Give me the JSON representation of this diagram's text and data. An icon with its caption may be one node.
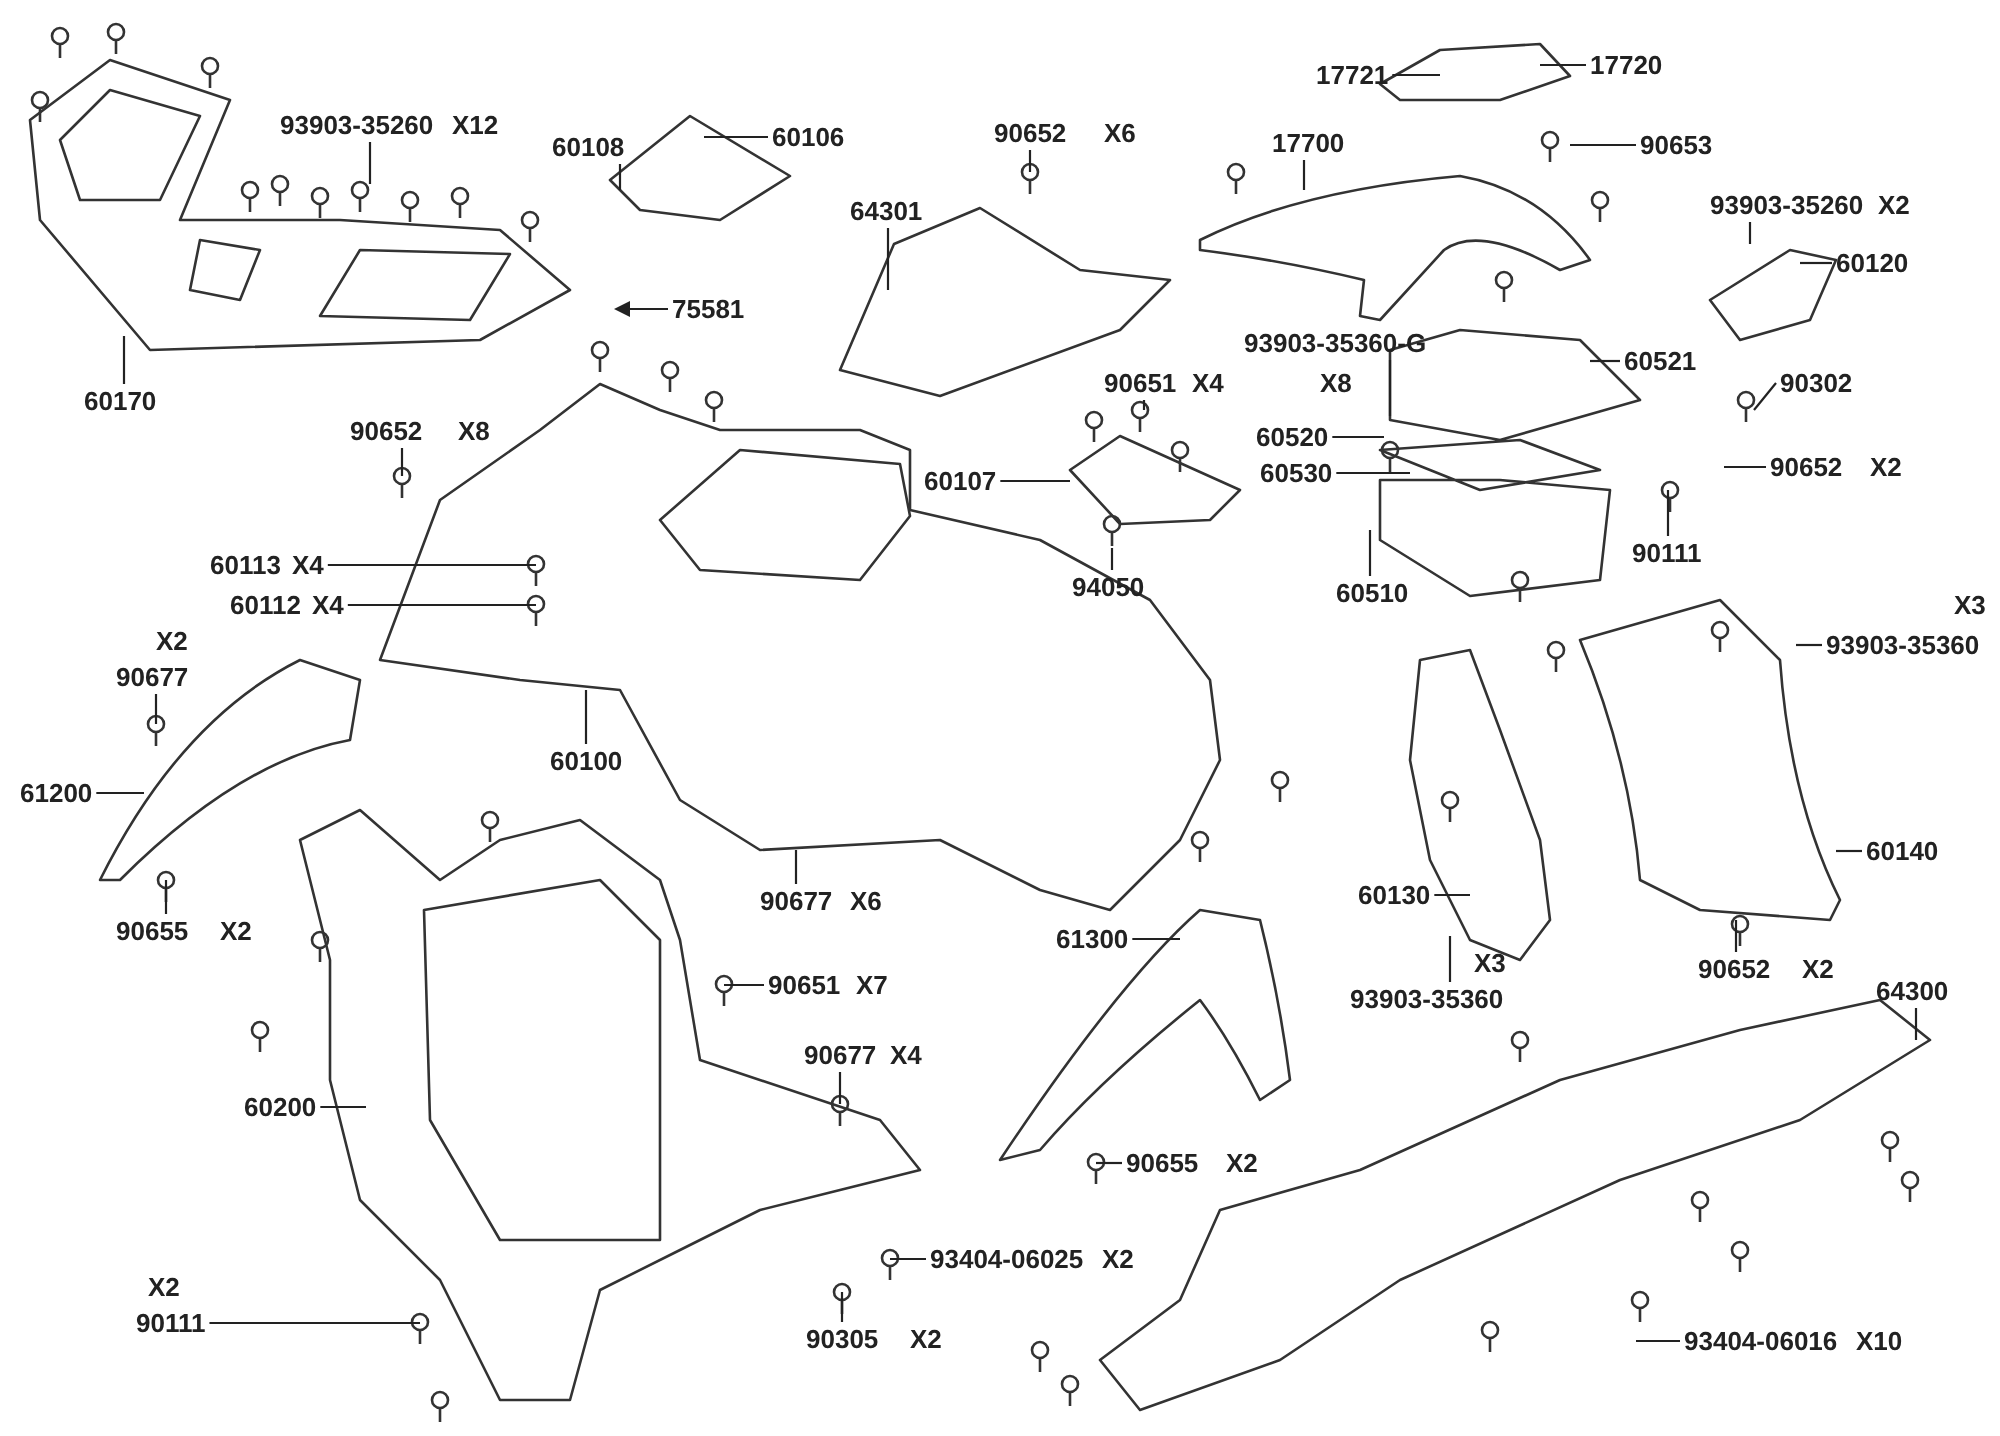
{
  "diagram": {
    "nodes": [
      {
        "text": [
          "93903-35260"
        ],
        "beside": [
          "X12"
        ]
      },
      {
        "text": [
          "60108"
        ]
      },
      {
        "text": [
          "60106"
        ]
      },
      {
        "text": [
          "60170"
        ]
      },
      {
        "text": [
          "75581"
        ]
      },
      {
        "text": [
          "64301"
        ]
      },
      {
        "text": [
          "90652"
        ],
        "beside": [
          "X6"
        ]
      },
      {
        "text": [
          "17700"
        ]
      },
      {
        "text": [
          "17721"
        ]
      },
      {
        "text": [
          "17720"
        ]
      },
      {
        "text": [
          "90653"
        ]
      },
      {
        "text": [
          "93903-35260"
        ],
        "beside": [
          "X2"
        ]
      },
      {
        "text": [
          "60120"
        ]
      },
      {
        "text": [
          "93903-35360-G"
        ],
        "beside": [
          "X8"
        ]
      },
      {
        "text": [
          "60521"
        ]
      },
      {
        "text": [
          "90302"
        ]
      },
      {
        "text": [
          "90651"
        ],
        "beside": [
          "X4"
        ]
      },
      {
        "text": [
          "60107"
        ]
      },
      {
        "text": [
          "60520"
        ]
      },
      {
        "text": [
          "60530"
        ]
      },
      {
        "text": [
          "90652"
        ],
        "beside": [
          "X2"
        ]
      },
      {
        "text": [
          "90111"
        ]
      },
      {
        "text": [
          "60510"
        ]
      },
      {
        "text": [
          "94050"
        ]
      },
      {
        "text": [
          "90652"
        ],
        "beside": [
          "X8"
        ]
      },
      {
        "text": [
          "60113"
        ],
        "beside": [
          "X4"
        ]
      },
      {
        "text": [
          "60112"
        ],
        "beside": [
          "X4"
        ]
      },
      {
        "text": [
          "90677"
        ],
        "beside": [
          "X2"
        ]
      },
      {
        "text": [
          "60100"
        ]
      },
      {
        "text": [
          "61200"
        ]
      },
      {
        "text": [
          "90655"
        ],
        "beside": [
          "X2"
        ]
      },
      {
        "text": [
          "90677"
        ],
        "beside": [
          "X6"
        ]
      },
      {
        "text": [
          "90651"
        ],
        "beside": [
          "X7"
        ]
      },
      {
        "text": [
          "90677"
        ],
        "beside": [
          "X4"
        ]
      },
      {
        "text": [
          "60200"
        ]
      },
      {
        "text": [
          "93404-06025"
        ],
        "beside": [
          "X2"
        ]
      },
      {
        "text": [
          "90111"
        ],
        "beside": [
          "X2"
        ]
      },
      {
        "text": [
          "90305"
        ],
        "beside": [
          "X2"
        ]
      },
      {
        "text": [
          "61300"
        ]
      },
      {
        "text": [
          "90655"
        ],
        "beside": [
          "X2"
        ]
      },
      {
        "text": [
          "60130"
        ]
      },
      {
        "text": [
          "93903-35360"
        ],
        "beside": [
          "X3"
        ]
      },
      {
        "text": [
          "90652"
        ],
        "beside": [
          "X2"
        ]
      },
      {
        "text": [
          "60140"
        ]
      },
      {
        "text": [
          "64300"
        ]
      },
      {
        "text": [
          "93903-35360"
        ],
        "beside": [
          "X3"
        ]
      },
      {
        "text": [
          "93404-06016"
        ],
        "beside": [
          "X10"
        ]
      }
    ],
    "edges": [
      {
        "from": 0,
        "to": null,
        "arrow": "none"
      },
      {
        "from": 1,
        "to": null,
        "arrow": "none"
      },
      {
        "from": 2,
        "to": null,
        "arrow": "none"
      },
      {
        "from": 3,
        "to": null,
        "arrow": "none"
      },
      {
        "from": 4,
        "to": null,
        "arrow": "to"
      },
      {
        "from": 5,
        "to": null,
        "arrow": "none"
      },
      {
        "from": 6,
        "to": null,
        "arrow": "none"
      },
      {
        "from": 7,
        "to": null,
        "arrow": "none"
      },
      {
        "from": 8,
        "to": null,
        "arrow": "none"
      },
      {
        "from": 9,
        "to": null,
        "arrow": "none"
      },
      {
        "from": 10,
        "to": null,
        "arrow": "none"
      },
      {
        "from": 11,
        "to": null,
        "arrow": "none"
      },
      {
        "from": 12,
        "to": null,
        "arrow": "none"
      },
      {
        "from": 13,
        "to": null,
        "arrow": "none"
      },
      {
        "from": 14,
        "to": null,
        "arrow": "none"
      },
      {
        "from": 15,
        "to": null,
        "arrow": "none"
      },
      {
        "from": 16,
        "to": null,
        "arrow": "none"
      },
      {
        "from": 17,
        "to": null,
        "arrow": "none"
      },
      {
        "from": 18,
        "to": null,
        "arrow": "none"
      },
      {
        "from": 19,
        "to": null,
        "arrow": "none"
      },
      {
        "from": 20,
        "to": null,
        "arrow": "none"
      },
      {
        "from": 21,
        "to": null,
        "arrow": "none"
      },
      {
        "from": 22,
        "to": null,
        "arrow": "none"
      },
      {
        "from": 23,
        "to": null,
        "arrow": "none"
      },
      {
        "from": 24,
        "to": null,
        "arrow": "none"
      },
      {
        "from": 25,
        "to": null,
        "arrow": "none"
      },
      {
        "from": 26,
        "to": null,
        "arrow": "none"
      },
      {
        "from": 27,
        "to": null,
        "arrow": "none"
      },
      {
        "from": 28,
        "to": null,
        "arrow": "none"
      },
      {
        "from": 29,
        "to": null,
        "arrow": "none"
      },
      {
        "from": 30,
        "to": null,
        "arrow": "none"
      },
      {
        "from": 31,
        "to": null,
        "arrow": "none"
      },
      {
        "from": 32,
        "to": null,
        "arrow": "none"
      },
      {
        "from": 33,
        "to": null,
        "arrow": "none"
      },
      {
        "from": 34,
        "to": null,
        "arrow": "none"
      },
      {
        "from": 35,
        "to": null,
        "arrow": "none"
      },
      {
        "from": 36,
        "to": null,
        "arrow": "none"
      },
      {
        "from": 37,
        "to": null,
        "arrow": "none"
      },
      {
        "from": 38,
        "to": null,
        "arrow": "none"
      },
      {
        "from": 39,
        "to": null,
        "arrow": "none"
      },
      {
        "from": 40,
        "to": null,
        "arrow": "none"
      },
      {
        "from": 41,
        "to": null,
        "arrow": "none"
      },
      {
        "from": 42,
        "to": null,
        "arrow": "none"
      },
      {
        "from": 43,
        "to": null,
        "arrow": "none"
      },
      {
        "from": 44,
        "to": null,
        "arrow": "none"
      },
      {
        "from": 45,
        "to": null,
        "arrow": "none"
      },
      {
        "from": 46,
        "to": null,
        "arrow": "none"
      }
    ]
  }
}
